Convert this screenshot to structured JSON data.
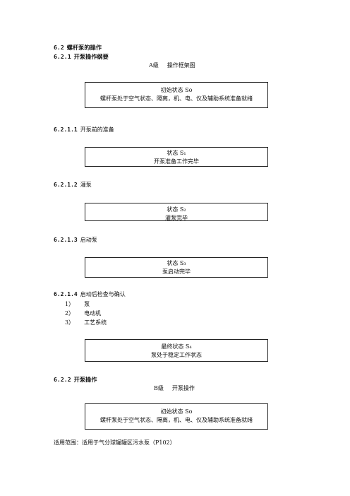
{
  "s62": {
    "num": "6.2",
    "title": "螺杆泵的操作"
  },
  "s621": {
    "num": "6.2.1",
    "title": "开泵操作纲要"
  },
  "levelA": {
    "label": "A级",
    "text": "操作框架图"
  },
  "box0": {
    "line1": "初始状态 So",
    "line2": "螺杆泵处于空气状态、隔离，机、电、仪及辅助系统准备就绪"
  },
  "s6211": {
    "num": "6.2.1.1",
    "text": "开泵前的准备"
  },
  "box1": {
    "line1": "状态 S₁",
    "line2": "开泵准备工作完毕"
  },
  "s6212": {
    "num": "6.2.1.2",
    "text": "灌泵"
  },
  "box2": {
    "line1": "状态 S₂",
    "line2": "灌泵完毕"
  },
  "s6213": {
    "num": "6.2.1.3",
    "text": "启动泵"
  },
  "box3": {
    "line1": "状态 S₃",
    "line2": "泵启动完毕"
  },
  "s6214": {
    "num": "6.2.1.4",
    "text": "启动后检查与确认"
  },
  "checklist": [
    {
      "n": "1）",
      "t": "泵"
    },
    {
      "n": "2）",
      "t": "电动机"
    },
    {
      "n": "3）",
      "t": "工艺系统"
    }
  ],
  "box4": {
    "line1": "最终状态 S₄",
    "line2": "泵处于稳定工作状态"
  },
  "s622": {
    "num": "6.2.2",
    "title": "开泵操作"
  },
  "levelB": {
    "label": "B级",
    "text": "开泵操作"
  },
  "box5": {
    "line1": "初始状态 So",
    "line2": "螺杆泵处于空气状态、隔离，机、电、仪及辅助系统准备就绪"
  },
  "scope": {
    "text": "适用范围：适用于气分球罐罐区污水泵（P102）"
  }
}
